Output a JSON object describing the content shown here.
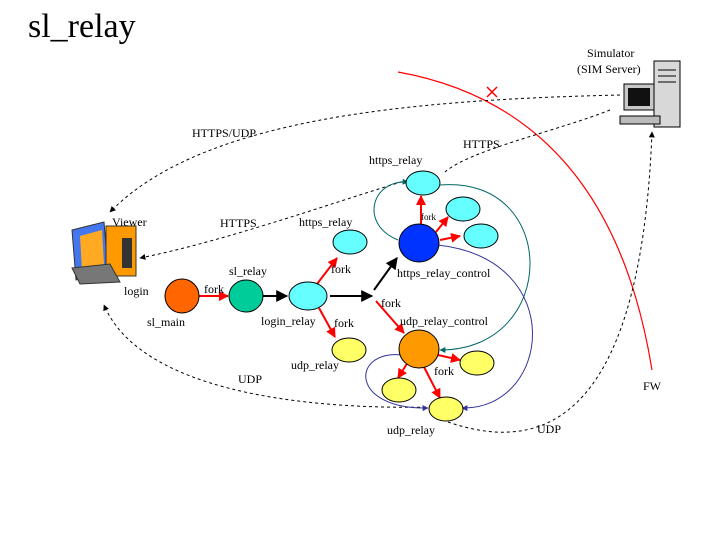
{
  "title": "sl_relay",
  "simulator": {
    "label_line1": "Simulator",
    "label_line2": "(SIM Server)"
  },
  "viewer": {
    "label": "Viewer"
  },
  "labels": {
    "https_udp": "HTTPS/UDP",
    "https_top": "HTTPS",
    "https_viewer": "HTTPS",
    "udp_left": "UDP",
    "udp_right": "UDP",
    "login": "login",
    "fork_main": "fork",
    "fork_https_relay": "fork",
    "fork_udp_relay": "fork",
    "fork_ctrl": "fork",
    "fork_small": "fork",
    "fork_udp_ctrl": "fork",
    "fw": "FW"
  },
  "nodes": {
    "sl_main": "sl_main",
    "sl_relay": "sl_relay",
    "login_relay": "login_relay",
    "https_relay_left": "https_relay",
    "udp_relay_left": "udp_relay",
    "https_relay_top": "https_relay",
    "https_relay_control": "https_relay_control",
    "udp_relay_control": "udp_relay_control",
    "udp_relay_bottom": "udp_relay"
  },
  "colors": {
    "sl_main": "#ff6600",
    "sl_relay": "#00cc99",
    "cyan": "#66ffff",
    "blue": "#0033ff",
    "orange": "#ff9900",
    "yellow": "#ffff66",
    "fork_arrow": "#ff0000",
    "firewall": "#ff0000",
    "teal_loop": "#006666",
    "navy_loop": "#333399"
  }
}
